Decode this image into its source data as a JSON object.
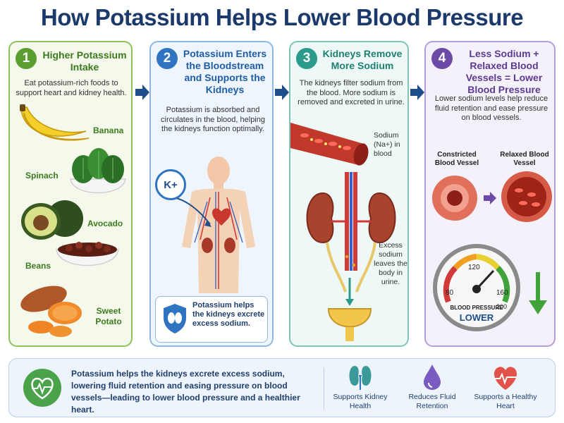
{
  "title": "How Potassium Helps Lower Blood Pressure",
  "steps": [
    {
      "num": "1",
      "title": "Higher Potassium Intake",
      "text": "Eat potassium-rich foods to support heart and kidney health.",
      "foods": [
        "Banana",
        "Spinach",
        "Avocado",
        "Beans",
        "Sweet Potato"
      ]
    },
    {
      "num": "2",
      "title": "Potassium Enters the Bloodstream and Supports the Kidneys",
      "text": "Potassium is absorbed and circulates in the blood, helping the kidneys function optimally.",
      "ion": "K+",
      "note": "Potassium helps the kidneys excrete excess sodium."
    },
    {
      "num": "3",
      "title": "Kidneys Remove More Sodium",
      "text": "The kidneys filter sodium from the blood. More sodium is removed and excreted in urine.",
      "sodium_label": "Sodium (Na+) in blood",
      "excess_label": "Excess sodium leaves the body in urine."
    },
    {
      "num": "4",
      "title": "Less Sodium + Relaxed Blood Vessels = Lower Blood Pressure",
      "text": "Lower sodium levels help reduce fluid retention and ease pressure on blood vessels.",
      "constricted_label": "Constricted Blood Vessel",
      "relaxed_label": "Relaxed Blood Vessel",
      "gauge": {
        "ticks": [
          "80",
          "120",
          "160",
          "200"
        ],
        "label": "BLOOD PRESSURE",
        "reading": "LOWER"
      }
    }
  ],
  "summary": "Potassium helps the kidneys excrete excess sodium, lowering fluid retention and easing pressure on blood vessels—leading to lower blood pressure and a healthier heart.",
  "benefits": [
    {
      "label": "Supports Kidney Health",
      "icon": "kidney-icon"
    },
    {
      "label": "Reduces Fluid Retention",
      "icon": "drop-icon"
    },
    {
      "label": "Supports a Healthy Heart",
      "icon": "heart-icon"
    }
  ],
  "colors": {
    "title": "#1b3a6b",
    "step1": "#5a9e2f",
    "step2": "#2e74c0",
    "step3": "#2a9a8a",
    "step4": "#6c4aa6",
    "arrow": "#1f4e8c"
  }
}
